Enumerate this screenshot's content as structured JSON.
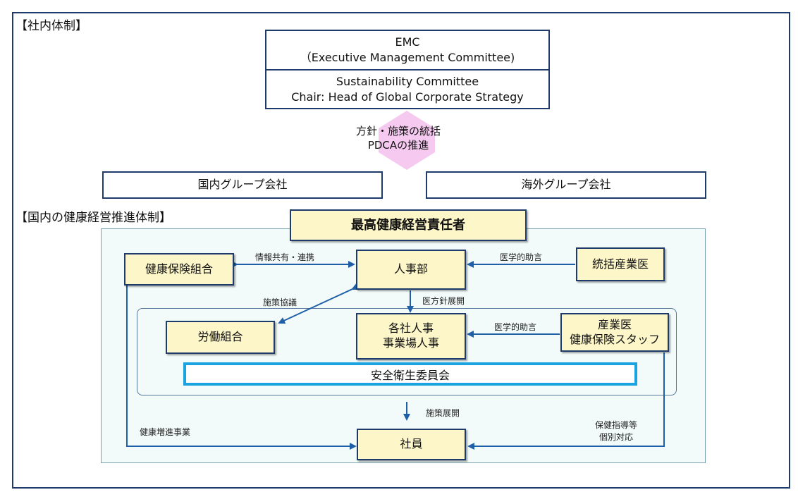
{
  "sections": {
    "company_structure": "【社内体制】",
    "health_structure": "【国内の健康経営推進体制】"
  },
  "emc": {
    "line1": "EMC",
    "line2": "（Executive Management Committee)"
  },
  "sustainability": {
    "line1": "Sustainability Committee",
    "line2": "Chair: Head of Global Corporate Strategy"
  },
  "center_text": {
    "line1": "方針・施策の統括",
    "line2": "PDCAの推進"
  },
  "groups": {
    "domestic": "国内グループ会社",
    "overseas": "海外グループ会社"
  },
  "nodes": {
    "chief": "最高健康経営責任者",
    "health_insurance": "健康保険組合",
    "hr": "人事部",
    "chief_doctor": "統括産業医",
    "union": "労働組合",
    "company_hr_1": "各社人事",
    "company_hr_2": "事業場人事",
    "doctor_1": "産業医",
    "doctor_2": "健康保険スタッフ",
    "safety": "安全衛生委員会",
    "employees": "社員"
  },
  "labels": {
    "info_share": "情報共有・連携",
    "medical_advice_1": "医学的助言",
    "policy_consult": "施策協議",
    "policy_deploy_doctor": "医方針展開",
    "medical_advice_2": "医学的助言",
    "policy_deploy": "施策展開",
    "health_promotion": "健康増進事業",
    "guidance_1": "保健指導等",
    "guidance_2": "個別対応"
  },
  "colors": {
    "border": "#1f3b6b",
    "arrow": "#1f5fa8",
    "highlight_fill": "#fdf6c8",
    "panel_fill": "#f2fbf9",
    "diamond": "#f6c9f0",
    "safety_border": "#1aa3e0"
  }
}
